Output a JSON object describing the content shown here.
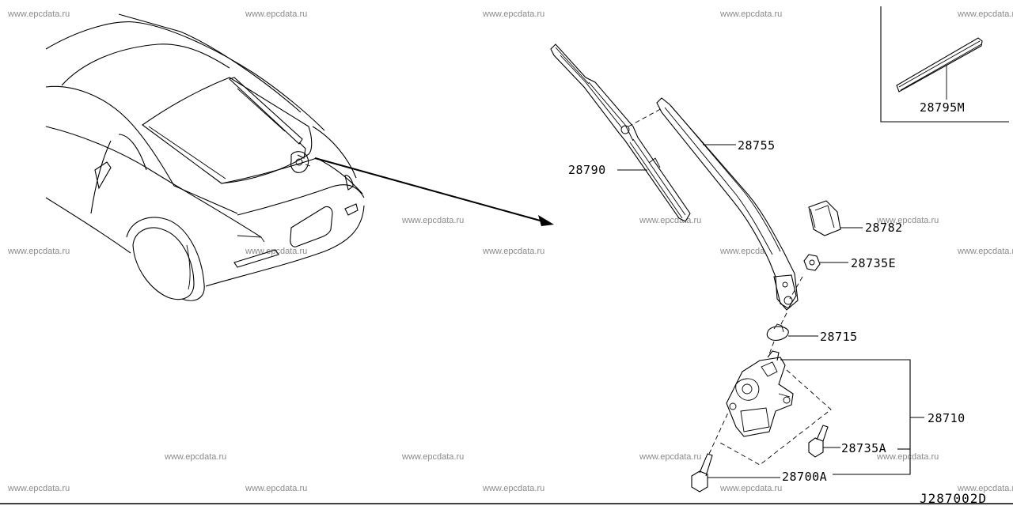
{
  "diagram_code": "J287002D",
  "watermark_text": "www.epcdata.ru",
  "parts": {
    "p28795M": "28795M",
    "p28755": "28755",
    "p28790": "28790",
    "p28782": "28782",
    "p28735E": "28735E",
    "p28715": "28715",
    "p28710": "28710",
    "p28735A": "28735A",
    "p28700A": "28700A"
  }
}
